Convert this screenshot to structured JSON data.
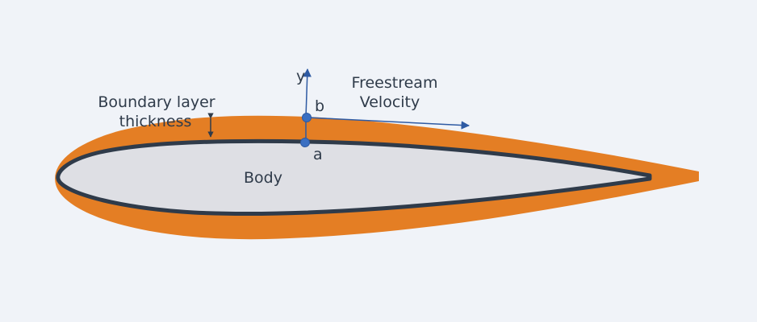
{
  "diagram": {
    "labels": {
      "boundary_layer_line1": "Boundary layer",
      "boundary_layer_line2": "thickness",
      "freestream_line1": "Freestream",
      "freestream_line2": "Velocity",
      "y_axis": "y",
      "point_a": "a",
      "point_b": "b",
      "body": "Body"
    },
    "colors": {
      "background": "#f0f3f8",
      "boundary_layer": "#e47e24",
      "body_fill": "#dedfe4",
      "body_outline": "#2f3b4a",
      "arrows": "#2e5aa3",
      "points": "#3a6fc2",
      "text": "#2f3b4a"
    }
  }
}
